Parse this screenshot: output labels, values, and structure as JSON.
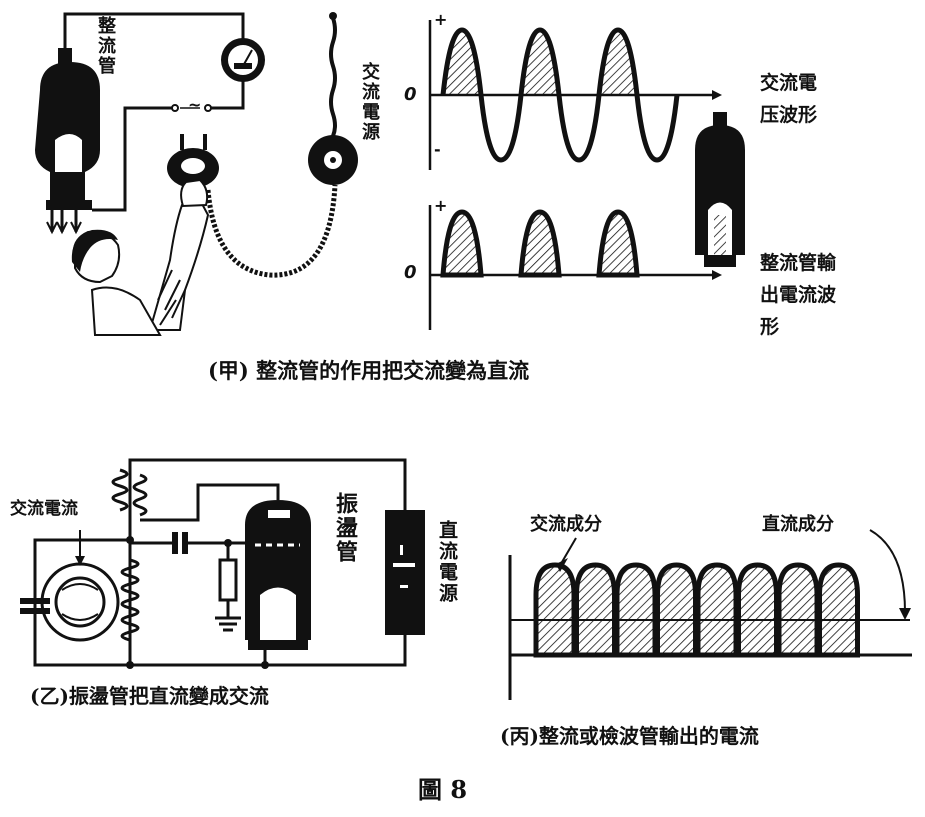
{
  "fig_a": {
    "caption": "(甲) 整流管的作用把交流變為直流",
    "tube_label": "整流管",
    "ac_source_label": "交流電源",
    "tilde": "~",
    "ac_wave_label_1": "交流電",
    "ac_wave_label_2": "压波形",
    "dc_wave_label_1": "整流管輸",
    "dc_wave_label_2": "出電流波",
    "dc_wave_label_3": "形",
    "plus": "+",
    "minus": "-",
    "zero": "0"
  },
  "fig_b": {
    "caption": "(乙)振盪管把直流變成交流",
    "ac_current_label": "交流電流",
    "oscillator_label": "振盪管",
    "dc_source_label": "直流電源"
  },
  "fig_c": {
    "caption": "(丙)整流或檢波管輸出的電流",
    "ac_component_label": "交流成分",
    "dc_component_label": "直流成分"
  },
  "figure_title": "圖 8"
}
